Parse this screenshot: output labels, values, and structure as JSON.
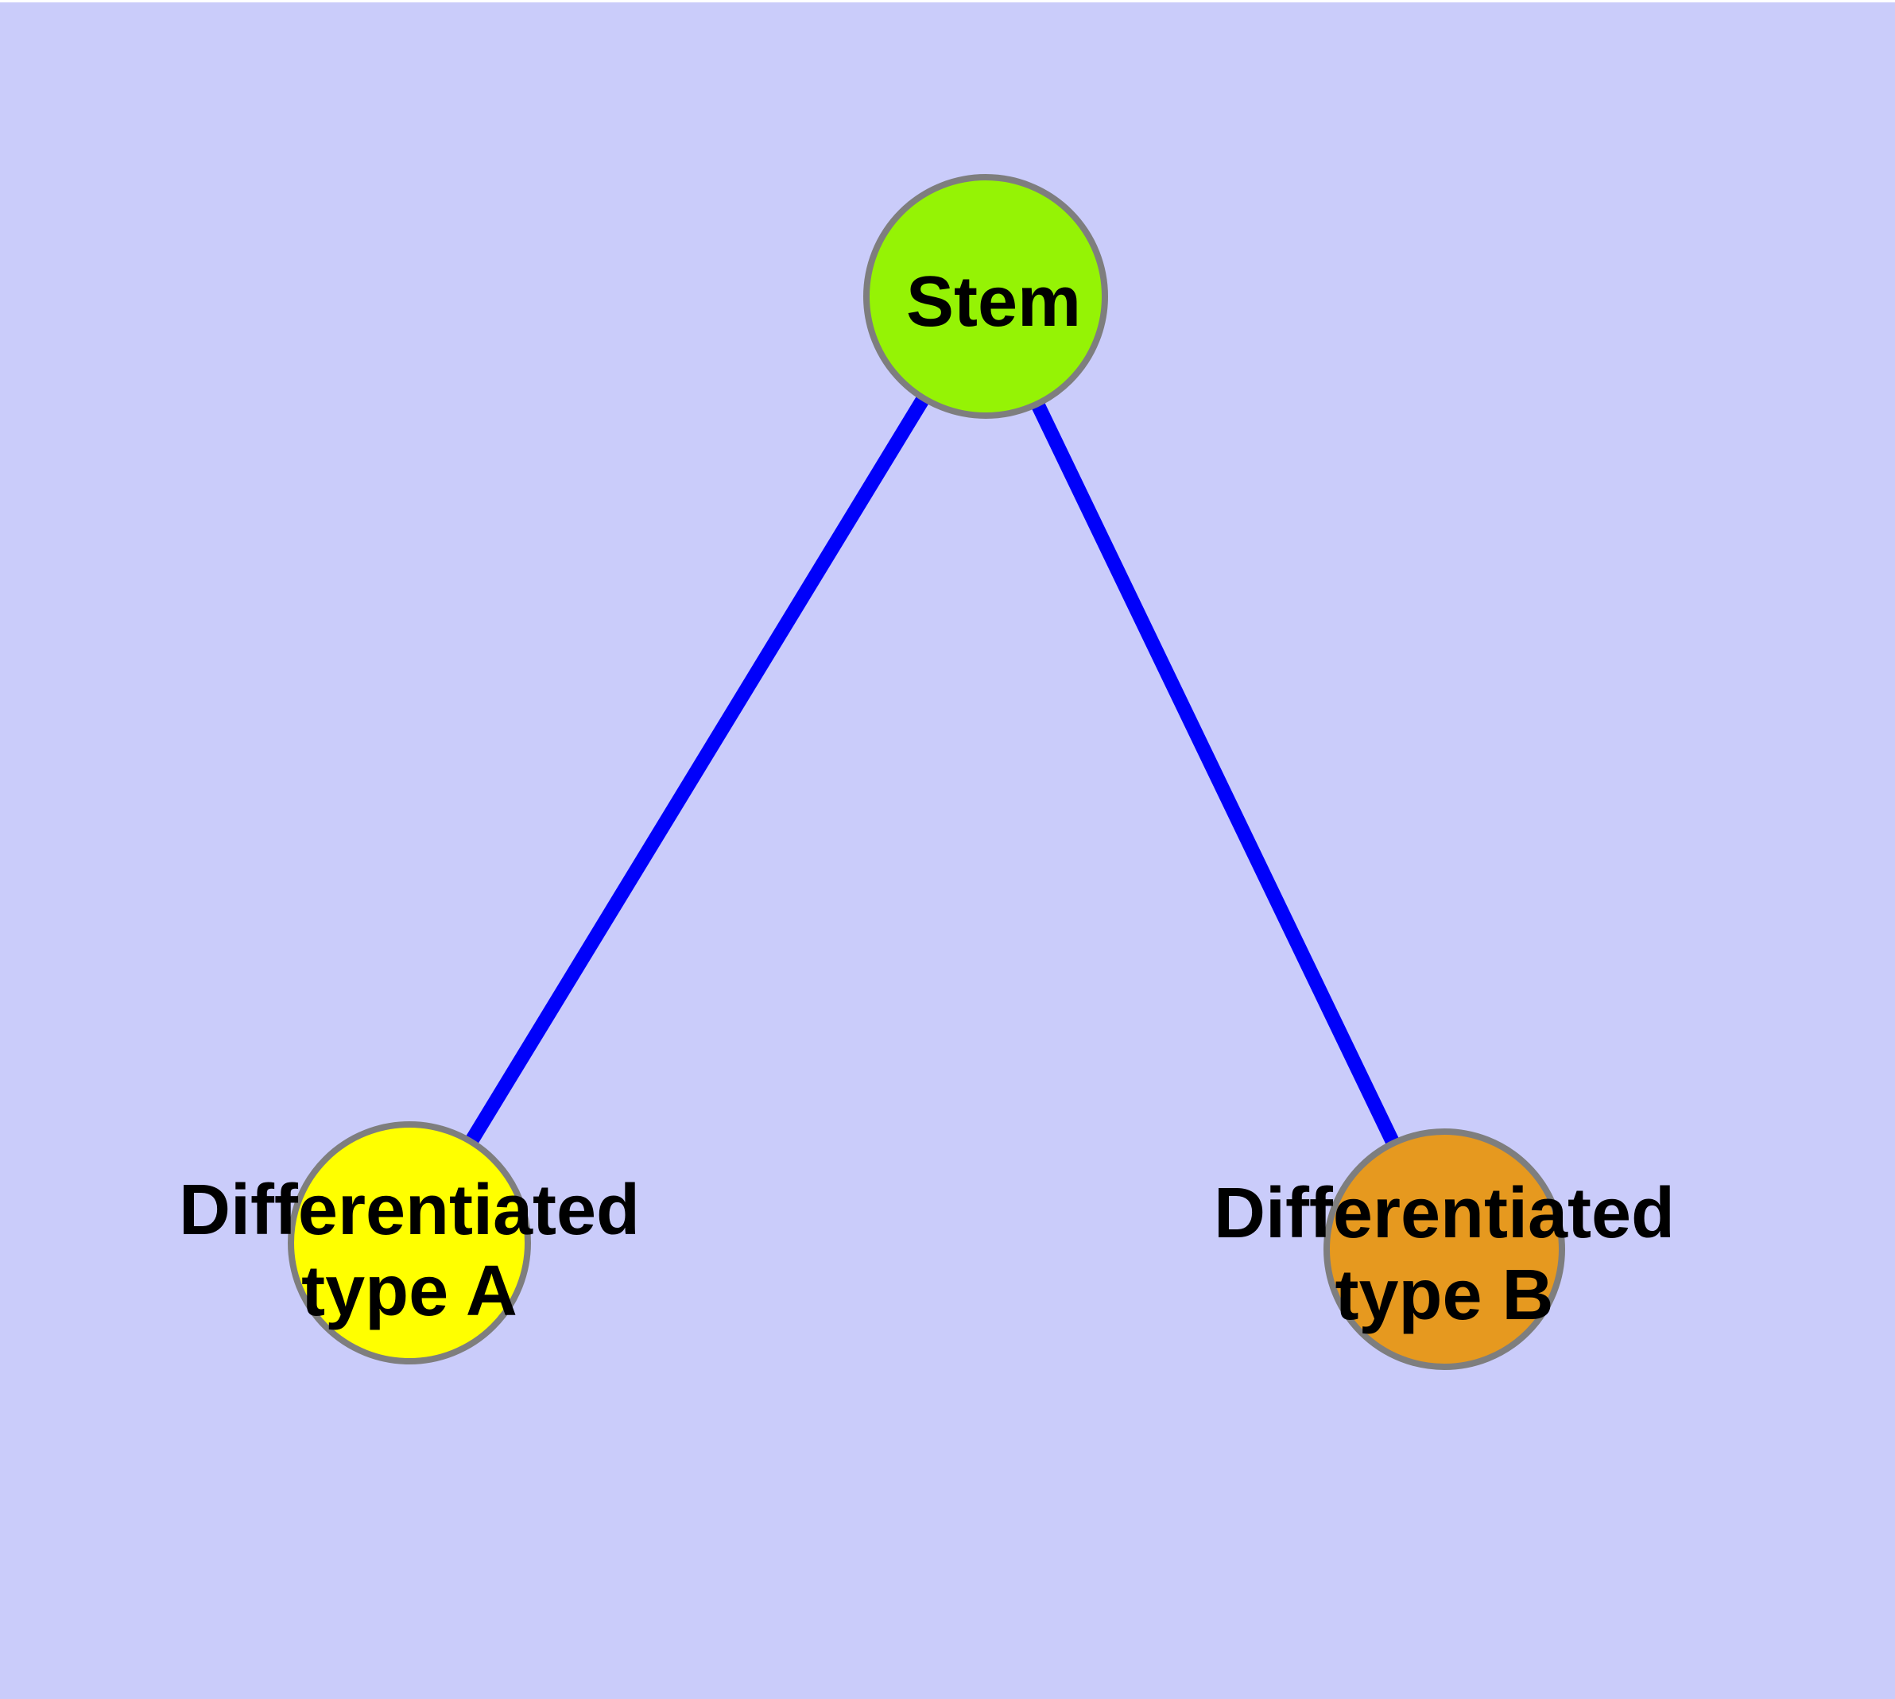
{
  "canvas": {
    "background_color": "#CACCFA",
    "top_edge_color": "#FFFFFF"
  },
  "graph": {
    "edge_color": "#0000FA",
    "node_border_color": "#7E7E7E",
    "label_color": "#000000",
    "nodes": [
      {
        "id": "stem",
        "label": "Stem",
        "fill": "#95F305"
      },
      {
        "id": "differentiated-type-a",
        "label_line1": "Differentiated",
        "label_line2": "type A",
        "fill": "#FFFF00"
      },
      {
        "id": "differentiated-type-b",
        "label_line1": "Differentiated",
        "label_line2": "type B",
        "fill": "#E6991F"
      }
    ],
    "edges": [
      {
        "from": "Stem",
        "to": "Differentiated type A"
      },
      {
        "from": "Stem",
        "to": "Differentiated type B"
      }
    ]
  }
}
